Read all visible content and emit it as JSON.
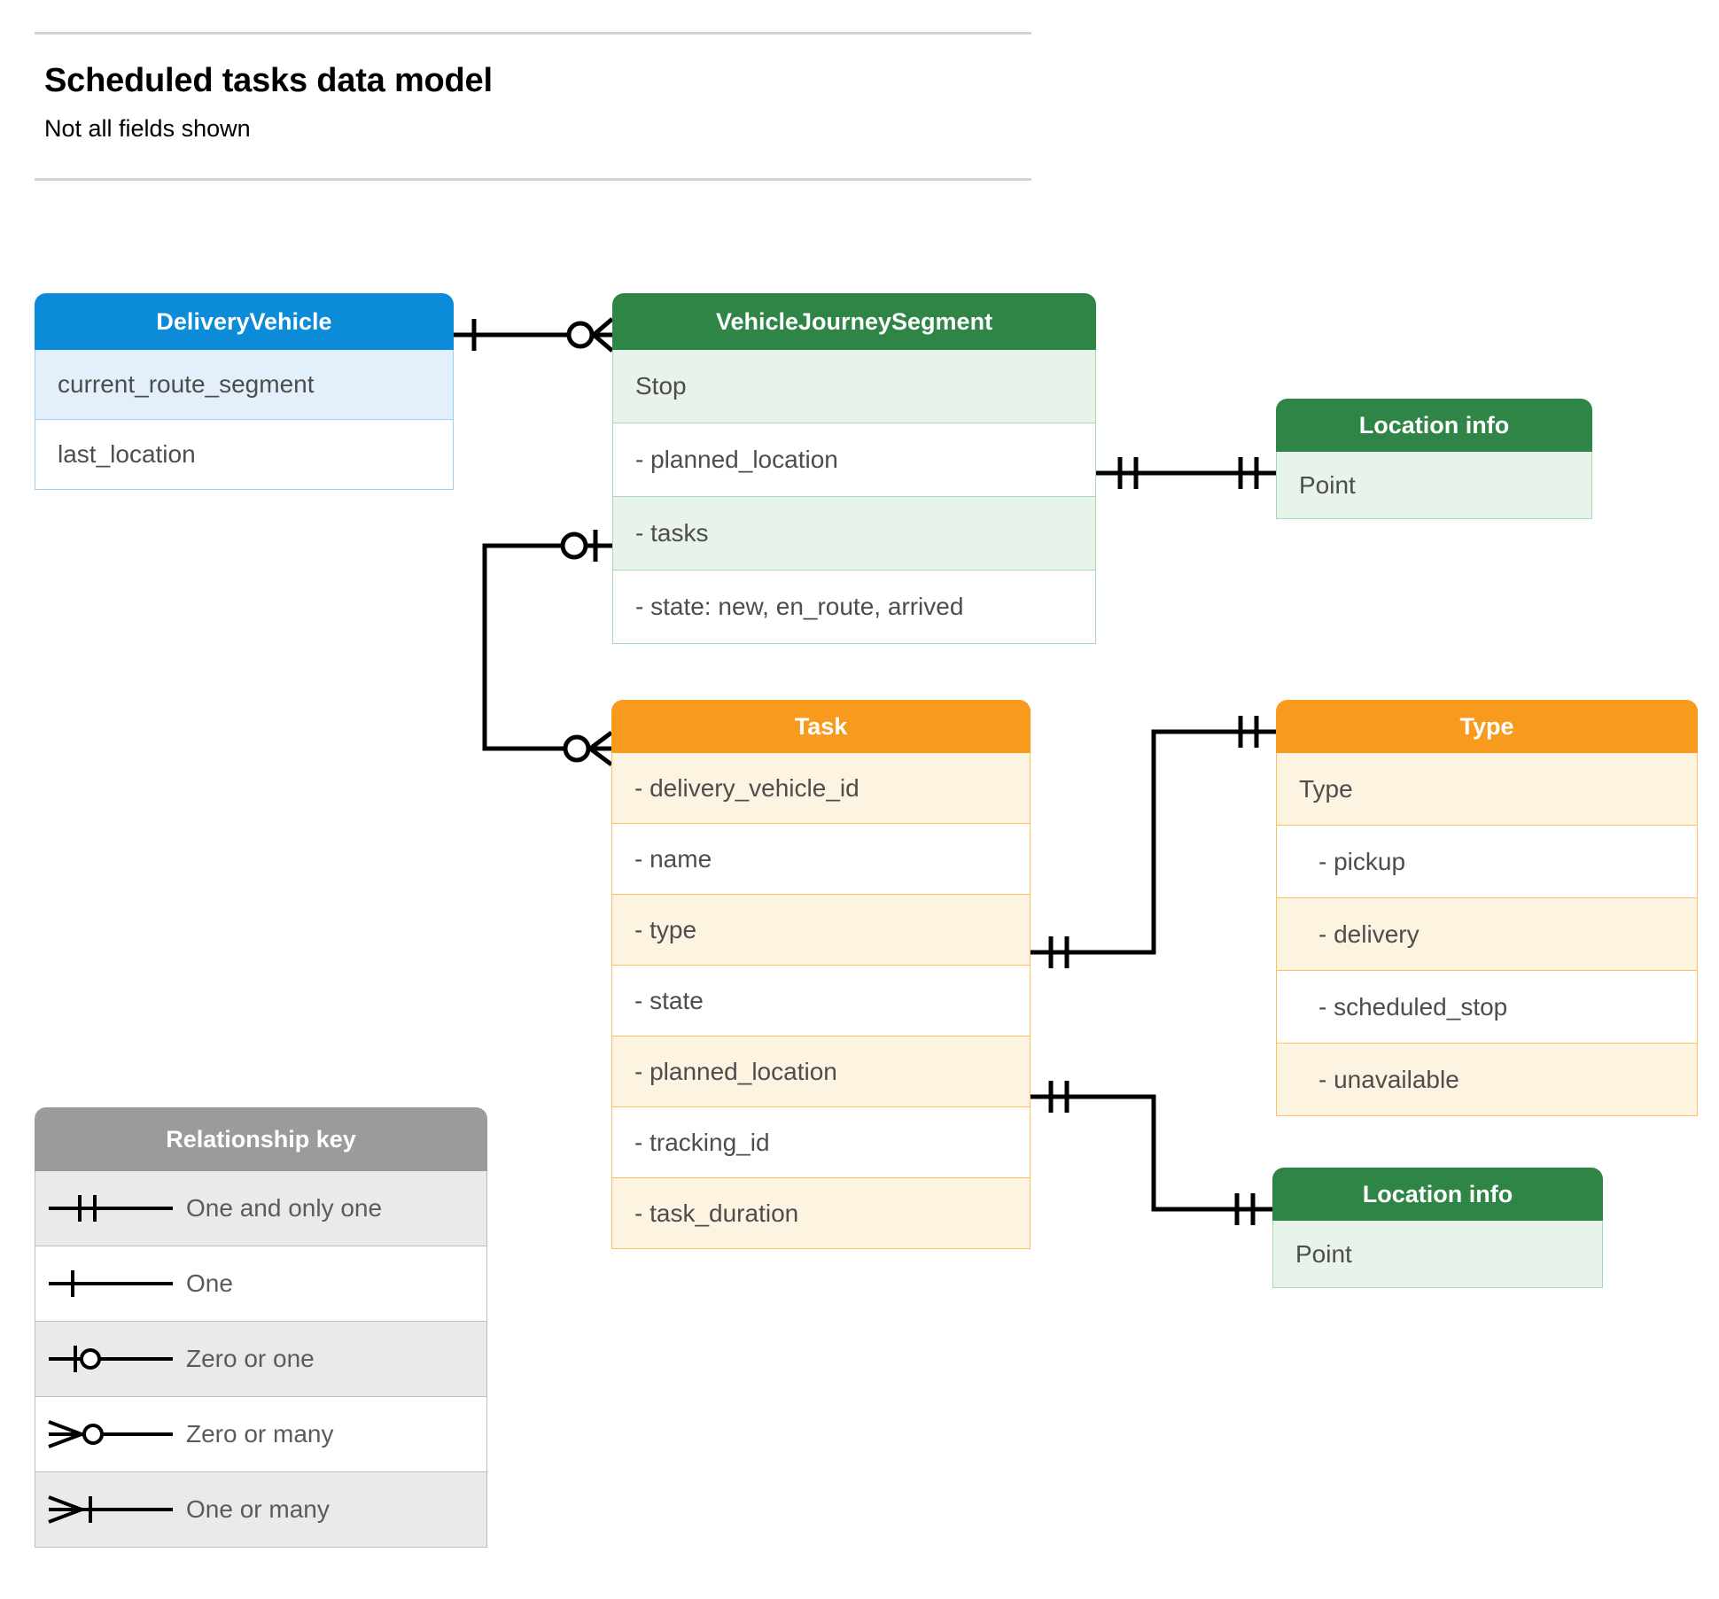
{
  "header": {
    "title": "Scheduled tasks data model",
    "subtitle": "Not all fields shown"
  },
  "colors": {
    "blue": "#0b8bd8",
    "green": "#2e8545",
    "orange": "#f79a1e",
    "grey": "#9b9b9b",
    "blue_row": "#e3f0fb",
    "green_row": "#e8f3ea",
    "orange_row": "#fdf3e1",
    "grey_row": "#eaeaea",
    "connector": "#000000",
    "rule": "#d4d4d4"
  },
  "entities": {
    "delivery_vehicle": {
      "title": "DeliveryVehicle",
      "rows": [
        "current_route_segment",
        "last_location"
      ]
    },
    "vehicle_journey_segment": {
      "title": "VehicleJourneySegment",
      "rows": [
        "Stop",
        "-  planned_location",
        "- tasks",
        "- state: new, en_route, arrived"
      ]
    },
    "location_info_top": {
      "title": "Location info",
      "rows": [
        "Point"
      ]
    },
    "task": {
      "title": "Task",
      "rows": [
        "- delivery_vehicle_id",
        "- name",
        "- type",
        "- state",
        "- planned_location",
        "- tracking_id",
        "- task_duration"
      ]
    },
    "type": {
      "title": "Type",
      "rows": [
        "Type",
        "-   pickup",
        "-   delivery",
        "-   scheduled_stop",
        "-   unavailable"
      ]
    },
    "location_info_bottom": {
      "title": "Location info",
      "rows": [
        "Point"
      ]
    }
  },
  "legend": {
    "title": "Relationship key",
    "items": [
      {
        "symbol": "one-and-only-one",
        "label": "One and only one"
      },
      {
        "symbol": "one",
        "label": "One"
      },
      {
        "symbol": "zero-or-one",
        "label": "Zero or one"
      },
      {
        "symbol": "zero-or-many",
        "label": "Zero or many"
      },
      {
        "symbol": "one-or-many",
        "label": "One or many"
      }
    ]
  },
  "relationships": [
    {
      "name": "deliveryvehicle-to-vehiclejourneysegment",
      "from": "DeliveryVehicle",
      "to": "VehicleJourneySegment",
      "from_cardinality": "one",
      "to_cardinality": "zero-or-many"
    },
    {
      "name": "vehiclejourneysegment-tasks-to-task",
      "from": "VehicleJourneySegment.tasks",
      "to": "Task",
      "from_cardinality": "zero-or-one",
      "to_cardinality": "zero-or-many"
    },
    {
      "name": "vehiclejourneysegment-plannedlocation-to-locationinfo",
      "from": "VehicleJourneySegment.planned_location",
      "to": "Location info",
      "from_cardinality": "one-and-only-one",
      "to_cardinality": "one-and-only-one"
    },
    {
      "name": "task-type-to-type",
      "from": "Task.type",
      "to": "Type",
      "from_cardinality": "one-and-only-one",
      "to_cardinality": "one-and-only-one"
    },
    {
      "name": "task-plannedlocation-to-locationinfo",
      "from": "Task.planned_location",
      "to": "Location info",
      "from_cardinality": "one-and-only-one",
      "to_cardinality": "one-and-only-one"
    }
  ]
}
